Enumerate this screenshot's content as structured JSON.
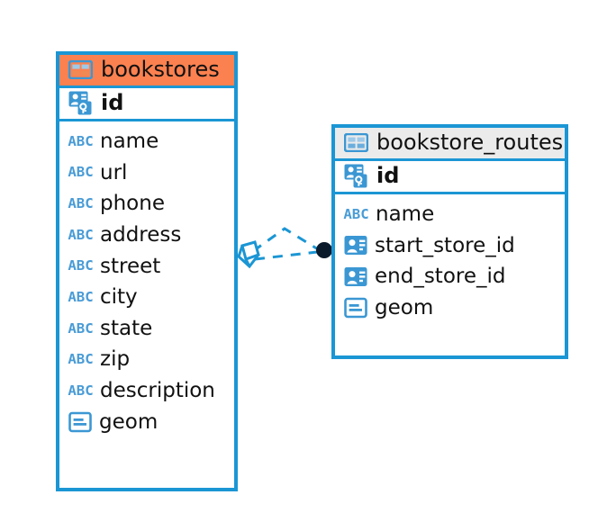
{
  "diagram": {
    "type": "entity-relationship-diagram",
    "background": "#ffffff",
    "accent_blue": "#1b96d4",
    "accent_orange": "#fb8150",
    "accent_gray": "#ebebeb",
    "icon_blue": "#3b97d3",
    "text_color": "#111111",
    "connector_color": "#1b96d4",
    "connector_endpoint_color": "#0b1a2b"
  },
  "entities": [
    {
      "name": "bookstores",
      "header_style": "orange",
      "table_icon": "table-icon",
      "primary_key": {
        "label": "id",
        "icon": "primary-key-icon"
      },
      "fields": [
        {
          "label": "name",
          "icon": "abc-icon",
          "type": "text"
        },
        {
          "label": "url",
          "icon": "abc-icon",
          "type": "text"
        },
        {
          "label": "phone",
          "icon": "abc-icon",
          "type": "text"
        },
        {
          "label": "address",
          "icon": "abc-icon",
          "type": "text"
        },
        {
          "label": "street",
          "icon": "abc-icon",
          "type": "text"
        },
        {
          "label": "city",
          "icon": "abc-icon",
          "type": "text"
        },
        {
          "label": "state",
          "icon": "abc-icon",
          "type": "text"
        },
        {
          "label": "zip",
          "icon": "abc-icon",
          "type": "text"
        },
        {
          "label": "description",
          "icon": "abc-icon",
          "type": "text"
        },
        {
          "label": "geom",
          "icon": "geometry-icon",
          "type": "geometry"
        }
      ]
    },
    {
      "name": "bookstore_routes",
      "header_style": "gray",
      "table_icon": "table-icon",
      "primary_key": {
        "label": "id",
        "icon": "primary-key-icon"
      },
      "fields": [
        {
          "label": "name",
          "icon": "abc-icon",
          "type": "text"
        },
        {
          "label": "start_store_id",
          "icon": "foreign-key-icon",
          "type": "reference"
        },
        {
          "label": "end_store_id",
          "icon": "foreign-key-icon",
          "type": "reference"
        },
        {
          "label": "geom",
          "icon": "geometry-icon",
          "type": "geometry"
        }
      ]
    }
  ],
  "relationship": {
    "style": "dashed",
    "source_entity": "bookstores",
    "target_entity": "bookstore_routes",
    "source_marker": "diamond-marker",
    "target_marker": "filled-circle-marker",
    "link_count": 2
  },
  "labels": {
    "abc_glyph": "ABC"
  }
}
